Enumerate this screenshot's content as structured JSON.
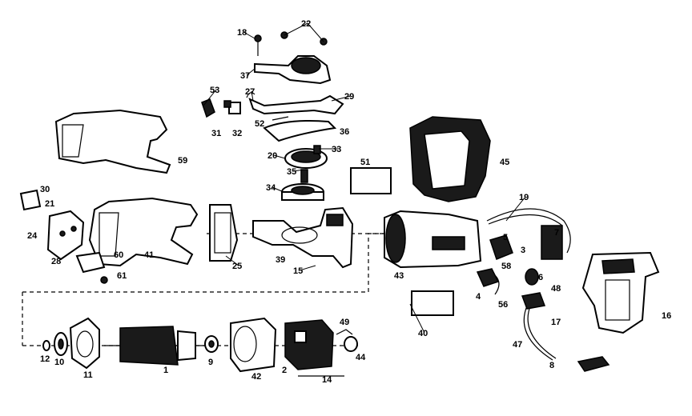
{
  "callouts": [
    {
      "id": "18"
    },
    {
      "id": "22"
    },
    {
      "id": "37"
    },
    {
      "id": "53"
    },
    {
      "id": "27"
    },
    {
      "id": "29"
    },
    {
      "id": "31"
    },
    {
      "id": "32"
    },
    {
      "id": "52"
    },
    {
      "id": "36"
    },
    {
      "id": "20"
    },
    {
      "id": "33"
    },
    {
      "id": "59"
    },
    {
      "id": "35"
    },
    {
      "id": "51"
    },
    {
      "id": "34"
    },
    {
      "id": "45"
    },
    {
      "id": "30"
    },
    {
      "id": "21"
    },
    {
      "id": "24"
    },
    {
      "id": "28"
    },
    {
      "id": "41"
    },
    {
      "id": "60"
    },
    {
      "id": "61"
    },
    {
      "id": "25"
    },
    {
      "id": "39"
    },
    {
      "id": "15"
    },
    {
      "id": "43"
    },
    {
      "id": "19"
    },
    {
      "id": "7"
    },
    {
      "id": "5"
    },
    {
      "id": "3"
    },
    {
      "id": "58"
    },
    {
      "id": "6"
    },
    {
      "id": "4"
    },
    {
      "id": "56"
    },
    {
      "id": "48"
    },
    {
      "id": "17"
    },
    {
      "id": "40"
    },
    {
      "id": "47"
    },
    {
      "id": "8"
    },
    {
      "id": "16"
    },
    {
      "id": "12"
    },
    {
      "id": "10"
    },
    {
      "id": "11"
    },
    {
      "id": "1"
    },
    {
      "id": "9"
    },
    {
      "id": "42"
    },
    {
      "id": "2"
    },
    {
      "id": "49"
    },
    {
      "id": "44"
    },
    {
      "id": "14"
    }
  ]
}
